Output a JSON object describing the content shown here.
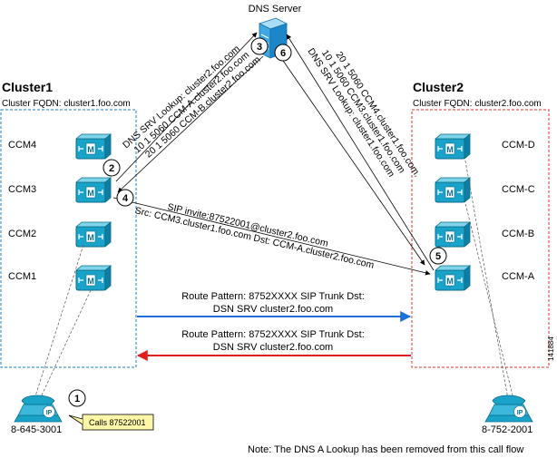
{
  "dns_server": {
    "label": "DNS Server"
  },
  "cluster1": {
    "title": "Cluster1",
    "fqdn": "Cluster FQDN: cluster1.foo.com",
    "nodes": [
      "CCM4",
      "CCM3",
      "CCM2",
      "CCM1"
    ]
  },
  "cluster2": {
    "title": "Cluster2",
    "fqdn": "Cluster FQDN: cluster2.foo.com",
    "nodes": [
      "CCM-D",
      "CCM-C",
      "CCM-B",
      "CCM-A"
    ]
  },
  "steps": [
    "1",
    "2",
    "3",
    "4",
    "5",
    "6"
  ],
  "messages": {
    "left_dns": [
      "DNS SRV Lookup: cluster2.foo.com",
      "10 1 5060 CCM-A.cluster2.foo.com",
      "20 1 5060 CCM-B.cluster2.foo.com"
    ],
    "right_dns": [
      "DNS SRV Lookup: cluster1.foo.com",
      "10 1 5060 CCM3.cluster1.foo.com",
      "20 1 5060 CCM4.cluster1.foo.com."
    ],
    "sip": [
      "SIP invite:87522001@cluster2.foo.com",
      "Src: CCM3.cluster1.foo.com Dst: CCM-A.cluster2.foo.com"
    ]
  },
  "routes": {
    "blue": [
      "Route Pattern: 8752XXXX   SIP Trunk Dst:",
      "DSN SRV cluster2.foo.com"
    ],
    "red": [
      "Route Pattern: 8752XXXX   SIP Trunk Dst:",
      "DSN SRV cluster2.foo.com"
    ]
  },
  "phones": {
    "left": {
      "number": "8-645-3001",
      "icon_text": "IP"
    },
    "right": {
      "number": "8-752-2001",
      "icon_text": "IP"
    }
  },
  "callout": "Calls 87522001",
  "figure_id": "141884",
  "note": "Note: The DNS A Lookup has been removed from this call flow",
  "colors": {
    "cluster1_border": "#1b7fc4",
    "cluster2_border": "#e03030",
    "blue_arrow": "#1e6fd9",
    "red_arrow": "#e02020",
    "ccm_icon": "#1aa3c9",
    "dns_icon": "#3da7e6",
    "callout_fill": "#fff7a8"
  }
}
